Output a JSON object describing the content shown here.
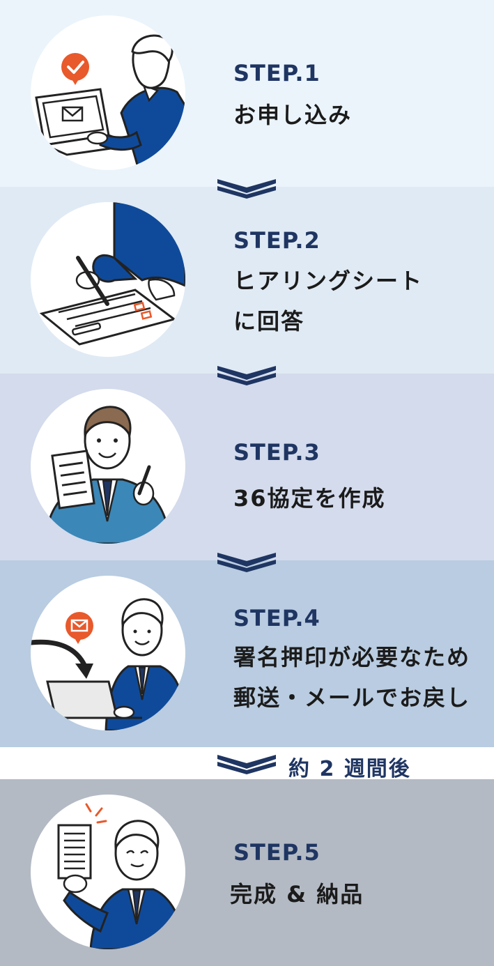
{
  "colors": {
    "band1": "#ebf4fb",
    "band2": "#e0eaf4",
    "band3": "#d3dbec",
    "band4": "#b9cce1",
    "band5": "#b3bac4",
    "navy": "#1f3562",
    "accent": "#e8592b",
    "suit": "#0f4a9a"
  },
  "steps": [
    {
      "label": "STEP.1",
      "lines": [
        "お申し込み"
      ],
      "illustration": "laptop-mail-icon"
    },
    {
      "label": "STEP.2",
      "lines": [
        "ヒアリングシート",
        "に回答"
      ],
      "illustration": "writing-sheet-icon"
    },
    {
      "label": "STEP.3",
      "lines": [
        "36協定を作成"
      ],
      "illustration": "document-person-icon"
    },
    {
      "label": "STEP.4",
      "lines": [
        "署名押印が必要なため",
        "郵送・メールでお戻し"
      ],
      "illustration": "send-laptop-icon"
    },
    {
      "label": "STEP.5",
      "lines": [
        "完成 & 納品"
      ],
      "illustration": "delivered-document-icon"
    }
  ],
  "timing_note": "約 2 週間後"
}
